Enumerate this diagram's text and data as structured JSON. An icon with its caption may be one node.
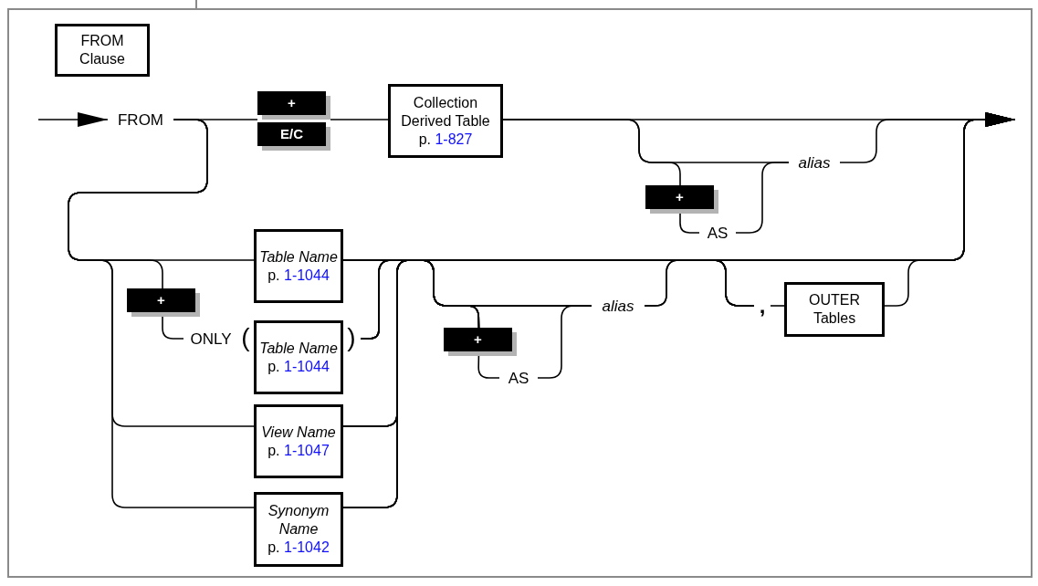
{
  "diagram": {
    "nodes": [
      {
        "text": [
          "FROM Clause"
        ]
      },
      {
        "text": [
          "FROM"
        ]
      },
      {
        "text": [
          "+",
          "E/C"
        ]
      },
      {
        "text": [
          "Collection Derived Table",
          "p. 1-827"
        ]
      },
      {
        "text": [
          "+"
        ]
      },
      {
        "text": [
          "AS"
        ]
      },
      {
        "text": [
          "alias"
        ]
      },
      {
        "text": [
          "+"
        ]
      },
      {
        "text": [
          "ONLY"
        ]
      },
      {
        "text": [
          "Table Name",
          "p. 1-1044"
        ]
      },
      {
        "text": [
          "Table Name",
          "p. 1-1044"
        ]
      },
      {
        "text": [
          "View Name",
          "p. 1-1047"
        ]
      },
      {
        "text": [
          "Synonym Name",
          "p. 1-1042"
        ]
      },
      {
        "text": [
          "+"
        ]
      },
      {
        "text": [
          "AS"
        ]
      },
      {
        "text": [
          "alias"
        ]
      },
      {
        "text": [
          ","
        ]
      },
      {
        "text": [
          "OUTER Tables"
        ]
      }
    ],
    "edges": [
      {
        "from": null,
        "to": 1,
        "arrow": "to"
      },
      {
        "from": 1,
        "to": 2,
        "arrow": "none"
      },
      {
        "from": 2,
        "to": 3,
        "arrow": "none"
      },
      {
        "from": 3,
        "to": null,
        "arrow": "to"
      },
      {
        "from": 3,
        "to": 4,
        "arrow": "none"
      },
      {
        "from": 4,
        "to": 5,
        "arrow": "none"
      },
      {
        "from": 5,
        "to": 6,
        "arrow": "none"
      },
      {
        "from": 3,
        "to": 6,
        "arrow": "none"
      },
      {
        "from": 6,
        "to": null,
        "arrow": "to"
      },
      {
        "from": 1,
        "to": 9,
        "arrow": "none"
      },
      {
        "from": 1,
        "to": 7,
        "arrow": "none"
      },
      {
        "from": 7,
        "to": 8,
        "arrow": "none"
      },
      {
        "from": 1,
        "to": 11,
        "arrow": "none"
      },
      {
        "from": 1,
        "to": 12,
        "arrow": "none"
      },
      {
        "from": 9,
        "to": 13,
        "arrow": "none"
      },
      {
        "from": 9,
        "to": 15,
        "arrow": "none"
      },
      {
        "from": 9,
        "to": 16,
        "arrow": "none"
      },
      {
        "from": 9,
        "to": null,
        "arrow": "to"
      },
      {
        "from": 10,
        "to": 13,
        "arrow": "none"
      },
      {
        "from": 10,
        "to": 15,
        "arrow": "none"
      },
      {
        "from": 10,
        "to": 16,
        "arrow": "none"
      },
      {
        "from": 10,
        "to": null,
        "arrow": "to"
      },
      {
        "from": 11,
        "to": 13,
        "arrow": "none"
      },
      {
        "from": 11,
        "to": 15,
        "arrow": "none"
      },
      {
        "from": 11,
        "to": 16,
        "arrow": "none"
      },
      {
        "from": 11,
        "to": null,
        "arrow": "to"
      },
      {
        "from": 12,
        "to": 13,
        "arrow": "none"
      },
      {
        "from": 12,
        "to": 15,
        "arrow": "none"
      },
      {
        "from": 12,
        "to": 16,
        "arrow": "none"
      },
      {
        "from": 12,
        "to": null,
        "arrow": "to"
      },
      {
        "from": 13,
        "to": 14,
        "arrow": "none"
      },
      {
        "from": 14,
        "to": 15,
        "arrow": "none"
      },
      {
        "from": 15,
        "to": 16,
        "arrow": "none"
      },
      {
        "from": 15,
        "to": null,
        "arrow": "to"
      },
      {
        "from": 16,
        "to": 17,
        "arrow": "none"
      },
      {
        "from": 17,
        "to": null,
        "arrow": "to"
      }
    ],
    "labels": [
      "(",
      ")"
    ]
  }
}
